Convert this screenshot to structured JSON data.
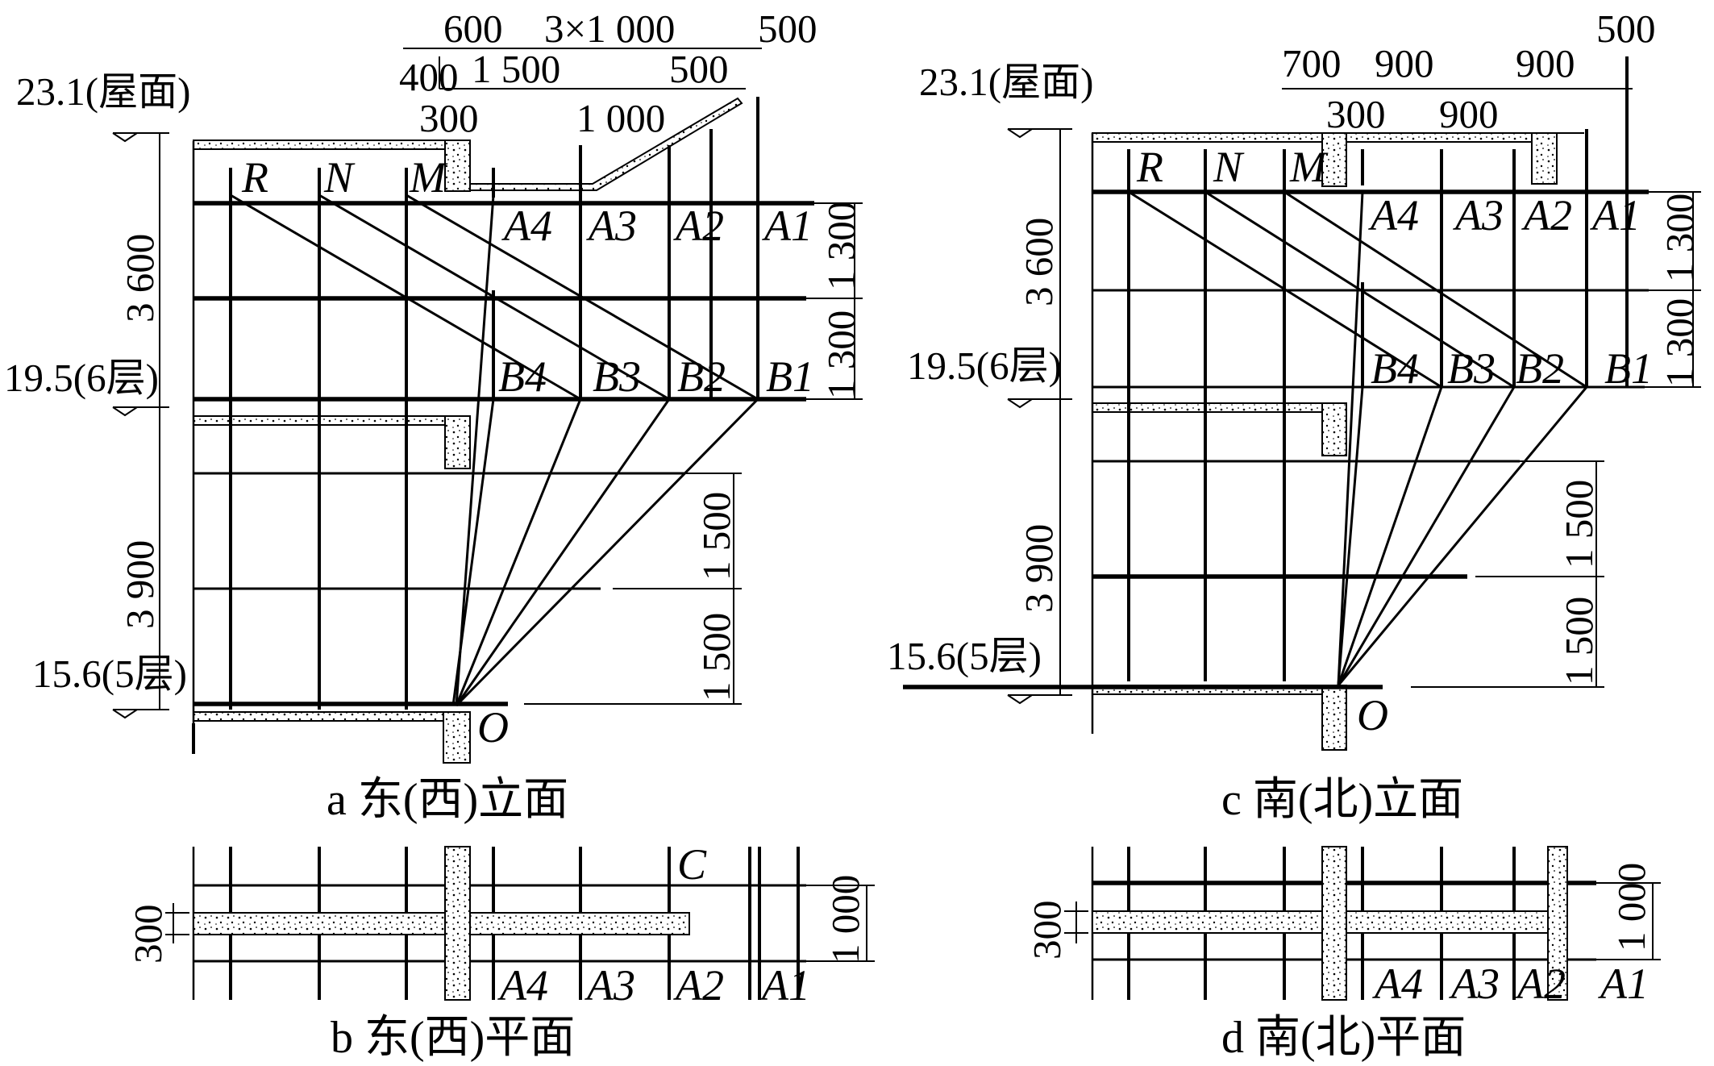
{
  "panel_a": {
    "caption": "a  东(西)立面",
    "elev_roof": "23.1(屋面)",
    "elev_6": "19.5(6层)",
    "elev_5": "15.6(5层)",
    "dim_top_row1": [
      "600",
      "3×1 000",
      "500"
    ],
    "dim_top_row2": [
      "400",
      "1 500",
      "500"
    ],
    "dim_top_row3": [
      "300",
      "1 000"
    ],
    "dim_left": [
      "3 600",
      "3 900"
    ],
    "dim_right": [
      "1 300",
      "1 300",
      "1 500",
      "1 500"
    ],
    "point_labels": [
      "R",
      "N",
      "M",
      "A4",
      "A3",
      "A2",
      "A1",
      "B4",
      "B3",
      "B2",
      "B1",
      "O"
    ]
  },
  "panel_b": {
    "caption": "b 东(西)平面",
    "dim_left": "300",
    "dim_right": "1 000",
    "point_labels": [
      "C",
      "A4",
      "A3",
      "A2",
      "A1"
    ]
  },
  "panel_c": {
    "caption": "c  南(北)立面",
    "elev_roof": "23.1(屋面)",
    "elev_6": "19.5(6层)",
    "elev_5": "15.6(5层)",
    "dim_top_row1": [
      "500"
    ],
    "dim_top_row2": [
      "700",
      "900",
      "900"
    ],
    "dim_top_row3": [
      "300",
      "900"
    ],
    "dim_left": [
      "3 600",
      "3 900"
    ],
    "dim_right": [
      "1 300",
      "1 300",
      "1 500",
      "1 500"
    ],
    "point_labels": [
      "R",
      "N",
      "M",
      "A4",
      "A3",
      "A2",
      "A1",
      "B4",
      "B3",
      "B2",
      "B1",
      "O"
    ]
  },
  "panel_d": {
    "caption": "d  南(北)平面",
    "dim_left": "300",
    "dim_right": "1 000",
    "point_labels": [
      "A4",
      "A3",
      "A2",
      "A1"
    ]
  }
}
